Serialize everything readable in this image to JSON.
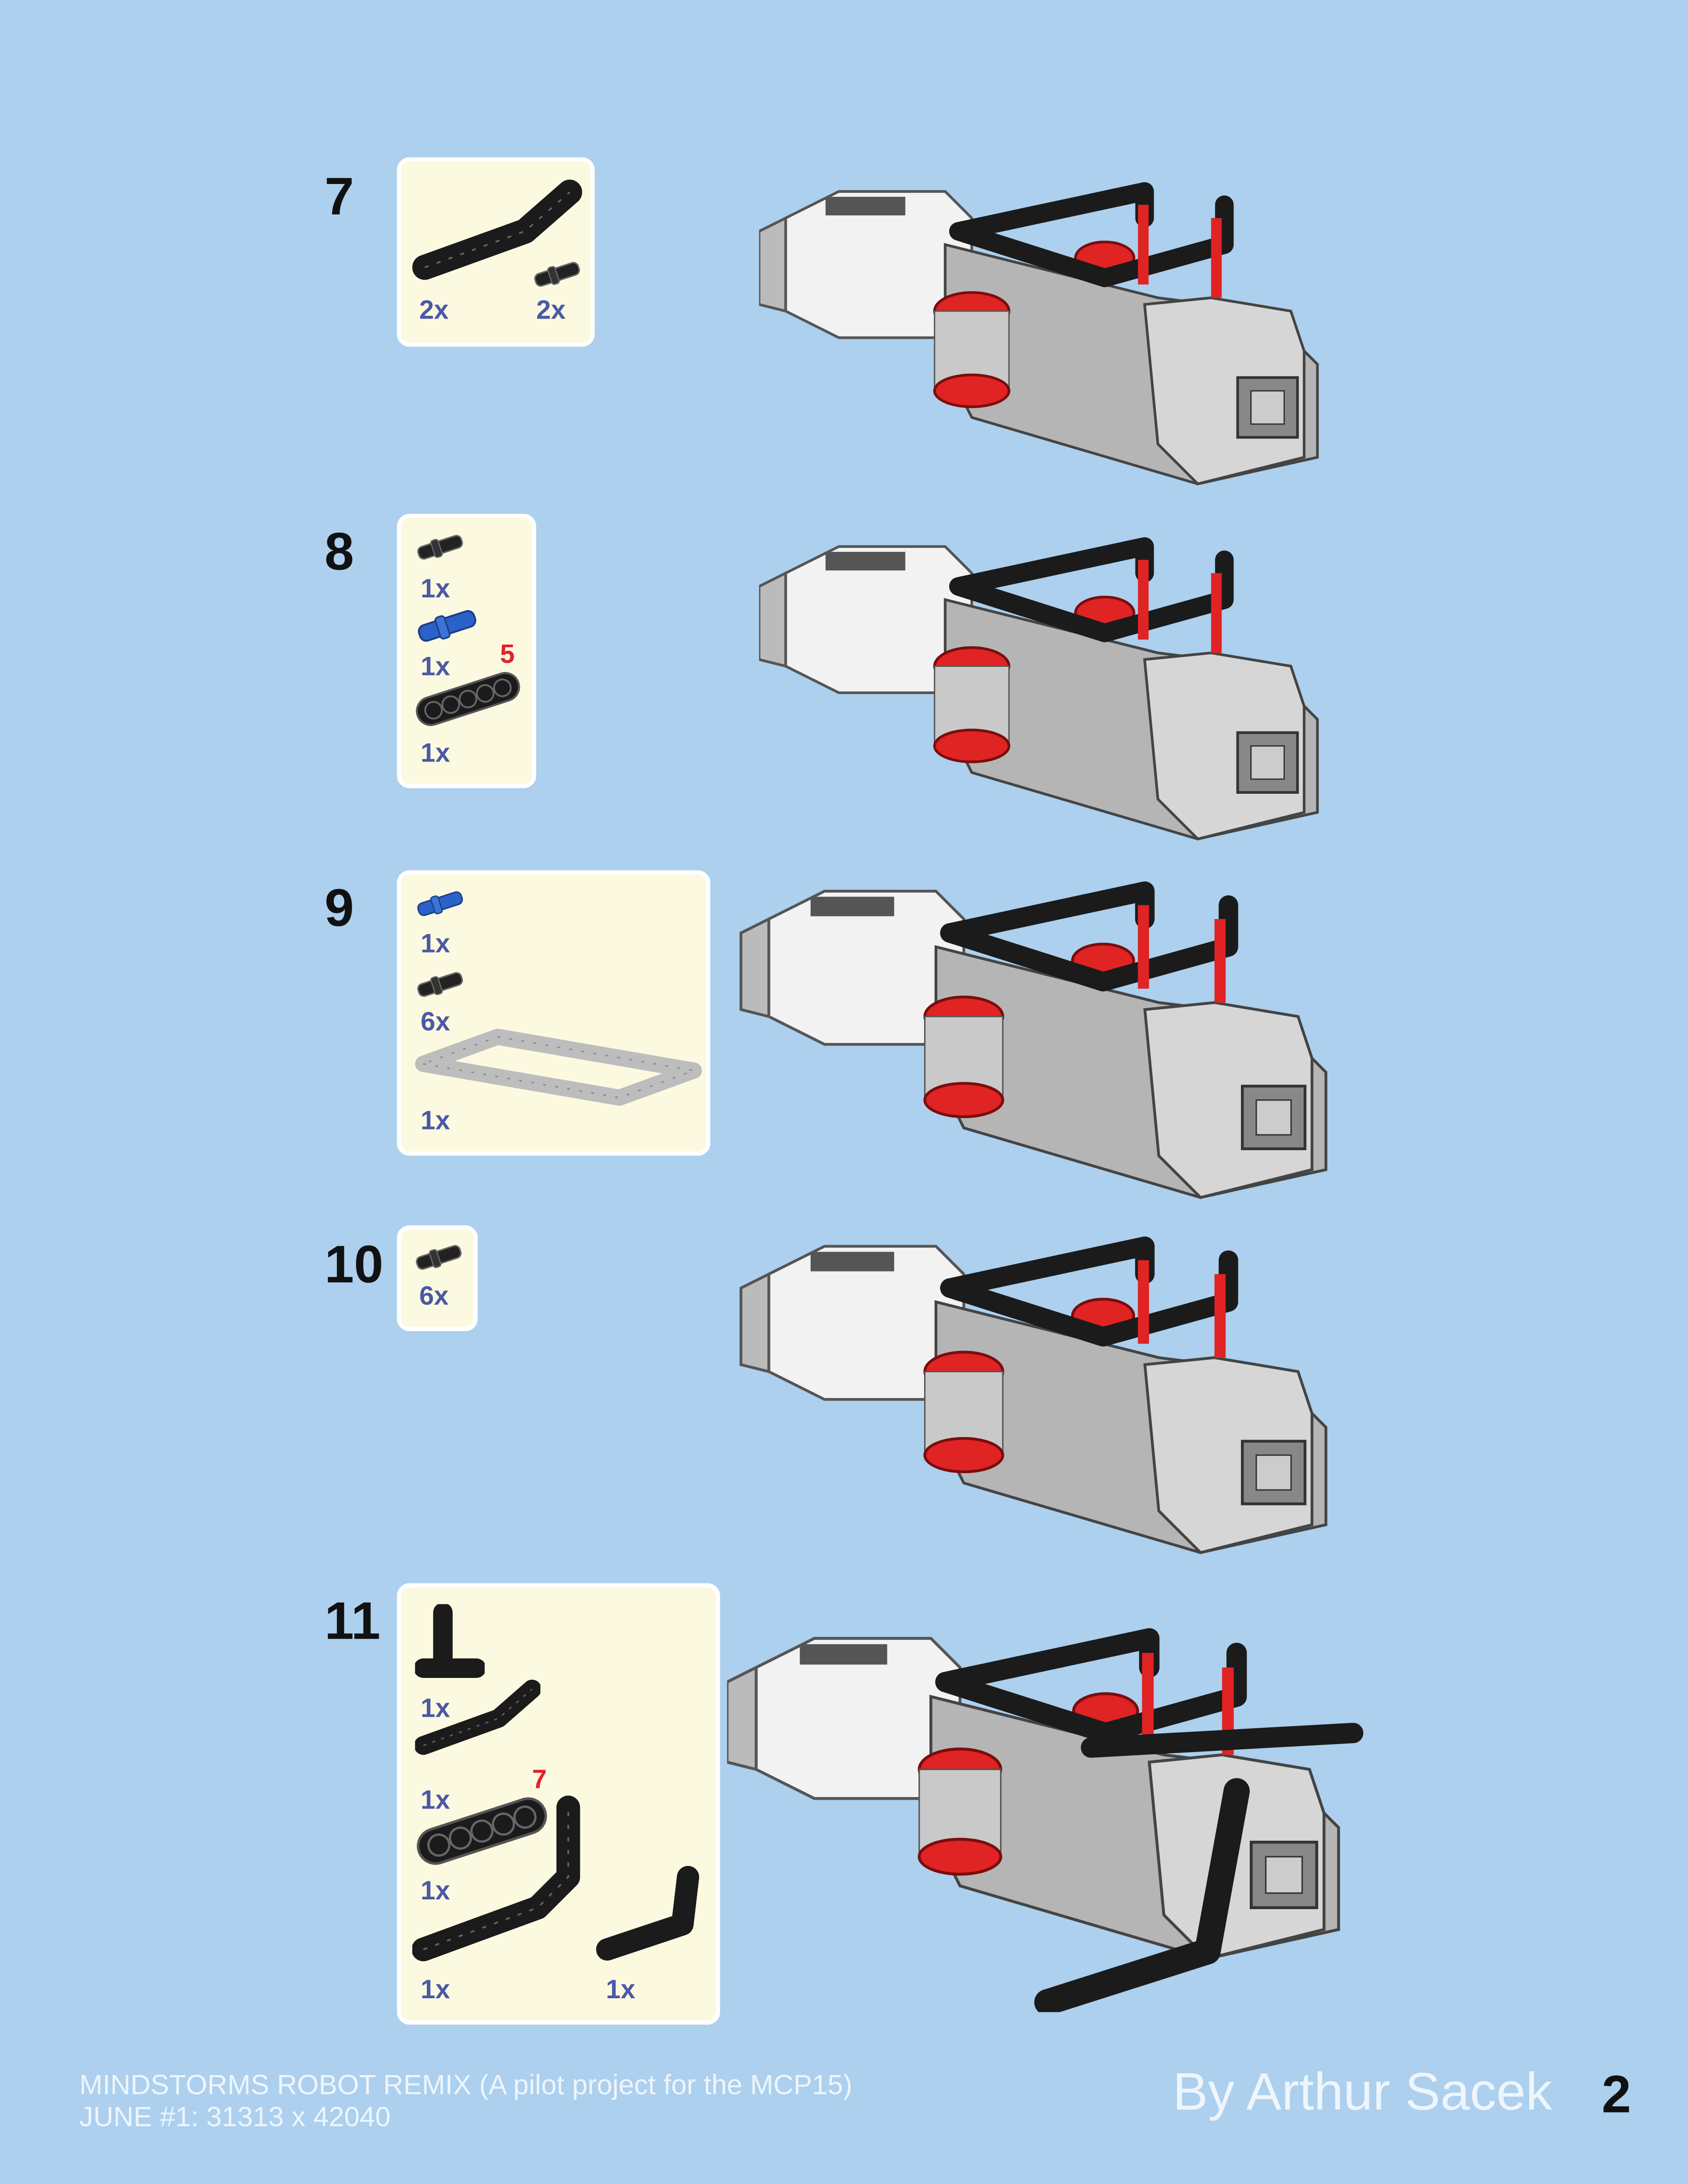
{
  "colors": {
    "background": "#acd0ee",
    "parts_box": "#fcf9e1",
    "quantity": "#4b59a6",
    "callout": "#e3222b"
  },
  "steps": [
    {
      "number": "7",
      "parts": [
        {
          "icon": "bent-beam-black",
          "qty": "2x"
        },
        {
          "icon": "pin-black",
          "qty": "2x"
        }
      ]
    },
    {
      "number": "8",
      "parts": [
        {
          "icon": "pin-black",
          "qty": "1x"
        },
        {
          "icon": "pin-blue",
          "qty": "1x"
        },
        {
          "icon": "beam-5-black",
          "qty": "1x"
        }
      ],
      "callout": "5"
    },
    {
      "number": "9",
      "parts": [
        {
          "icon": "pin-blue",
          "qty": "1x"
        },
        {
          "icon": "pin-black",
          "qty": "6x"
        },
        {
          "icon": "frame-grey",
          "qty": "1x"
        }
      ]
    },
    {
      "number": "10",
      "parts": [
        {
          "icon": "pin-black",
          "qty": "6x"
        }
      ]
    },
    {
      "number": "11",
      "parts": [
        {
          "icon": "t-beam-black",
          "qty": "1x"
        },
        {
          "icon": "bent-beam-black",
          "qty": "1x"
        },
        {
          "icon": "beam-7-black",
          "qty": "1x"
        },
        {
          "icon": "long-bent-beam-black",
          "qty": "1x"
        },
        {
          "icon": "l-beam-black",
          "qty": "1x"
        }
      ],
      "callout": "7"
    }
  ],
  "footer": {
    "line1": "MINDSTORMS ROBOT REMIX (A pilot project for the MCP15)",
    "line2": "JUNE #1: 31313 x 42040",
    "author": "By Arthur Sacek",
    "page": "2"
  }
}
